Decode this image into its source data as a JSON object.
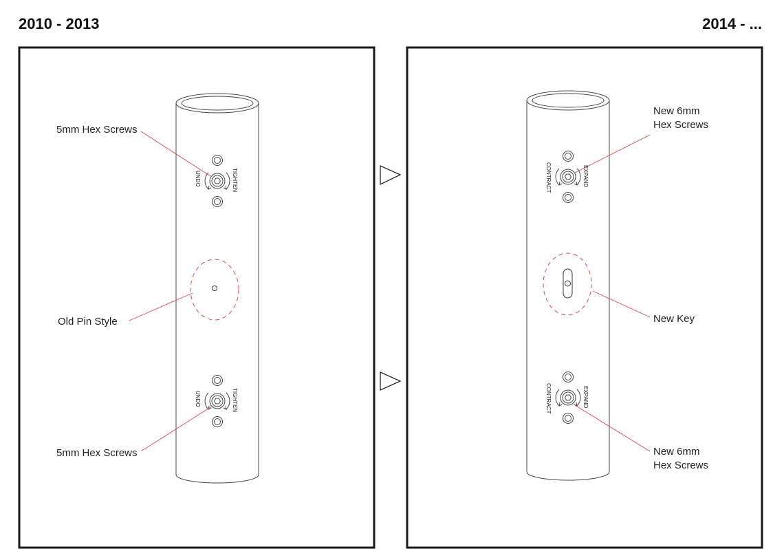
{
  "left": {
    "title": "2010 - 2013",
    "upper_screws_label": "5mm Hex Screws",
    "pin_label": "Old Pin Style",
    "lower_screws_label": "5mm Hex Screws",
    "rotate_cw": "TIGHTEN",
    "rotate_ccw": "UNDO"
  },
  "right": {
    "title": "2014 - ...",
    "upper_screws_label_line1": "New 6mm",
    "upper_screws_label_line2": "Hex Screws",
    "key_label": "New Key",
    "lower_screws_label_line1": "New 6mm",
    "lower_screws_label_line2": "Hex Screws",
    "rotate_cw": "EXPAND",
    "rotate_ccw": "CONTRACT"
  },
  "colors": {
    "leader": "#e0484f",
    "stroke": "#333333",
    "frame": "#1a1a1a"
  }
}
